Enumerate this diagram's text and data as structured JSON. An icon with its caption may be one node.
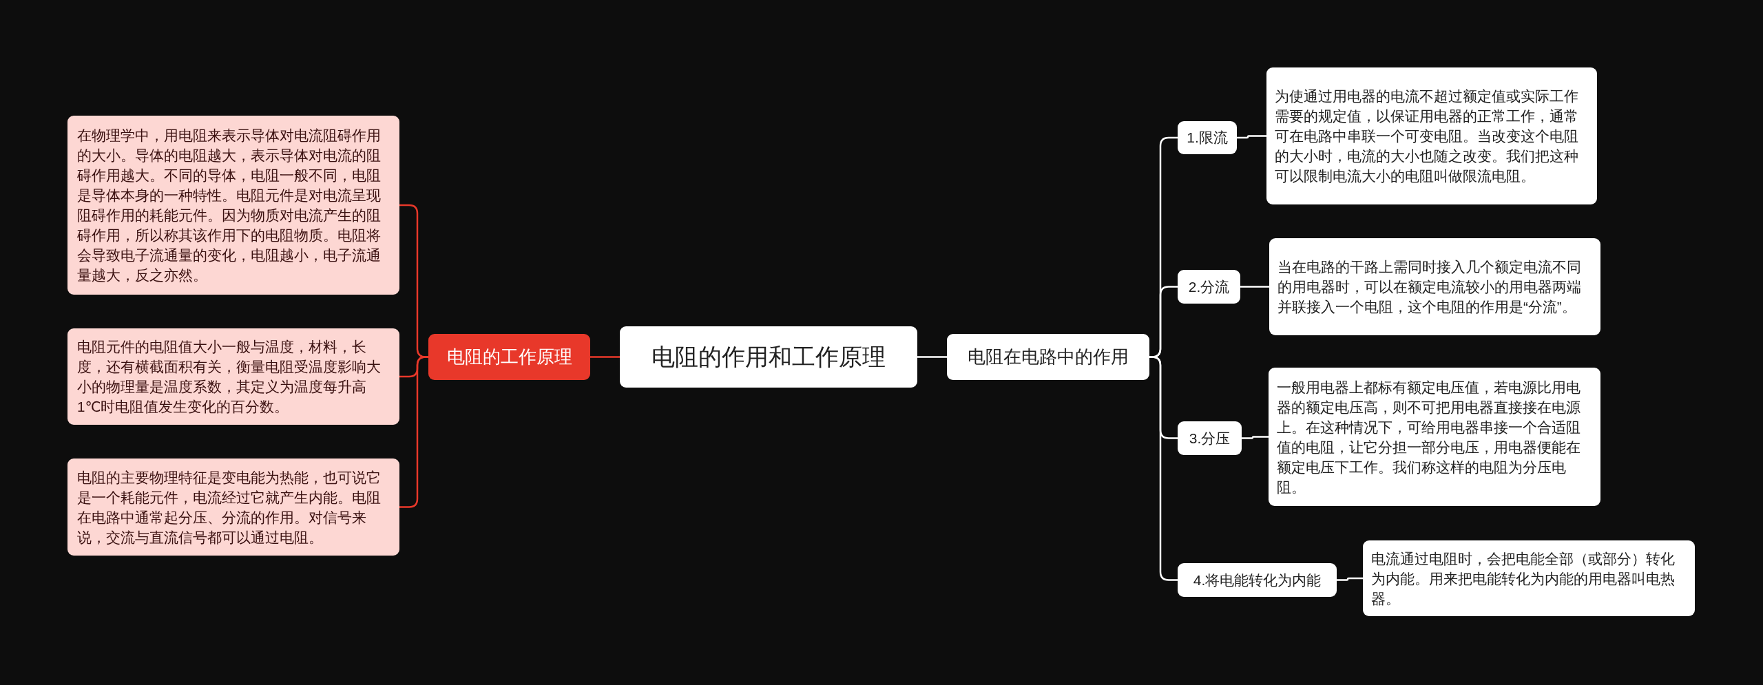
{
  "diagram": {
    "nodes": [
      {
        "text": [
          "电阻的作用和工作原理"
        ]
      },
      {
        "text": [
          "电阻的工作原理"
        ]
      },
      {
        "text": [
          "在物理学中，用电阻来表示导体对电流阻碍作用的大小。导体的电阻越大，表示导体对电流的阻碍作用越大。不同的导体，电阻一般不同，电阻是导体本身的一种特性。电阻元件是对电流呈现阻碍作用的耗能元件。因为物质对电流产生的阻碍作用，所以称其该作用下的电阻物质。电阻将会导致电子流通量的变化，电阻越小，电子流通量越大，反之亦然。"
        ]
      },
      {
        "text": [
          "电阻元件的电阻值大小一般与温度，材料，长度，还有横截面积有关，衡量电阻受温度影响大小的物理量是温度系数，其定义为温度每升高1℃时电阻值发生变化的百分数。"
        ]
      },
      {
        "text": [
          "电阻的主要物理特征是变电能为热能，也可说它是一个耗能元件，电流经过它就产生内能。电阻在电路中通常起分压、分流的作用。对信号来说，交流与直流信号都可以通过电阻。"
        ]
      },
      {
        "text": [
          "电阻在电路中的作用"
        ]
      },
      {
        "text": [
          "1.限流"
        ]
      },
      {
        "text": [
          "为使通过用电器的电流不超过额定值或实际工作需要的规定值，以保证用电器的正常工作，通常可在电路中串联一个可变电阻。当改变这个电阻的大小时，电流的大小也随之改变。我们把这种可以限制电流大小的电阻叫做限流电阻。"
        ]
      },
      {
        "text": [
          "2.分流"
        ]
      },
      {
        "text": [
          "当在电路的干路上需同时接入几个额定电流不同的用电器时，可以在额定电流较小的用电器两端并联接入一个电阻，这个电阻的作用是“分流”。"
        ]
      },
      {
        "text": [
          "3.分压"
        ]
      },
      {
        "text": [
          "一般用电器上都标有额定电压值，若电源比用电器的额定电压高，则不可把用电器直接接在电源上。在这种情况下，可给用电器串接一个合适阻值的电阻，让它分担一部分电压，用电器便能在额定电压下工作。我们称这样的电阻为分压电阻。"
        ]
      },
      {
        "text": [
          "4.将电能转化为内能"
        ]
      },
      {
        "text": [
          "电流通过电阻时，会把电能全部（或部分）转化为内能。用来把电能转化为内能的用电器叫电热器。"
        ]
      }
    ],
    "edges": [
      {
        "from": 0,
        "to": 1,
        "arrow": "none",
        "color": "#e8382a"
      },
      {
        "from": 1,
        "to": 2,
        "arrow": "none",
        "color": "#e8382a"
      },
      {
        "from": 1,
        "to": 3,
        "arrow": "none",
        "color": "#e8382a"
      },
      {
        "from": 1,
        "to": 4,
        "arrow": "none",
        "color": "#e8382a"
      },
      {
        "from": 0,
        "to": 5,
        "arrow": "none"
      },
      {
        "from": 5,
        "to": 6,
        "arrow": "none"
      },
      {
        "from": 6,
        "to": 7,
        "arrow": "none"
      },
      {
        "from": 5,
        "to": 8,
        "arrow": "none"
      },
      {
        "from": 8,
        "to": 9,
        "arrow": "none"
      },
      {
        "from": 5,
        "to": 10,
        "arrow": "none"
      },
      {
        "from": 10,
        "to": 11,
        "arrow": "none"
      },
      {
        "from": 5,
        "to": 12,
        "arrow": "none"
      },
      {
        "from": 12,
        "to": 13,
        "arrow": "none"
      }
    ]
  }
}
